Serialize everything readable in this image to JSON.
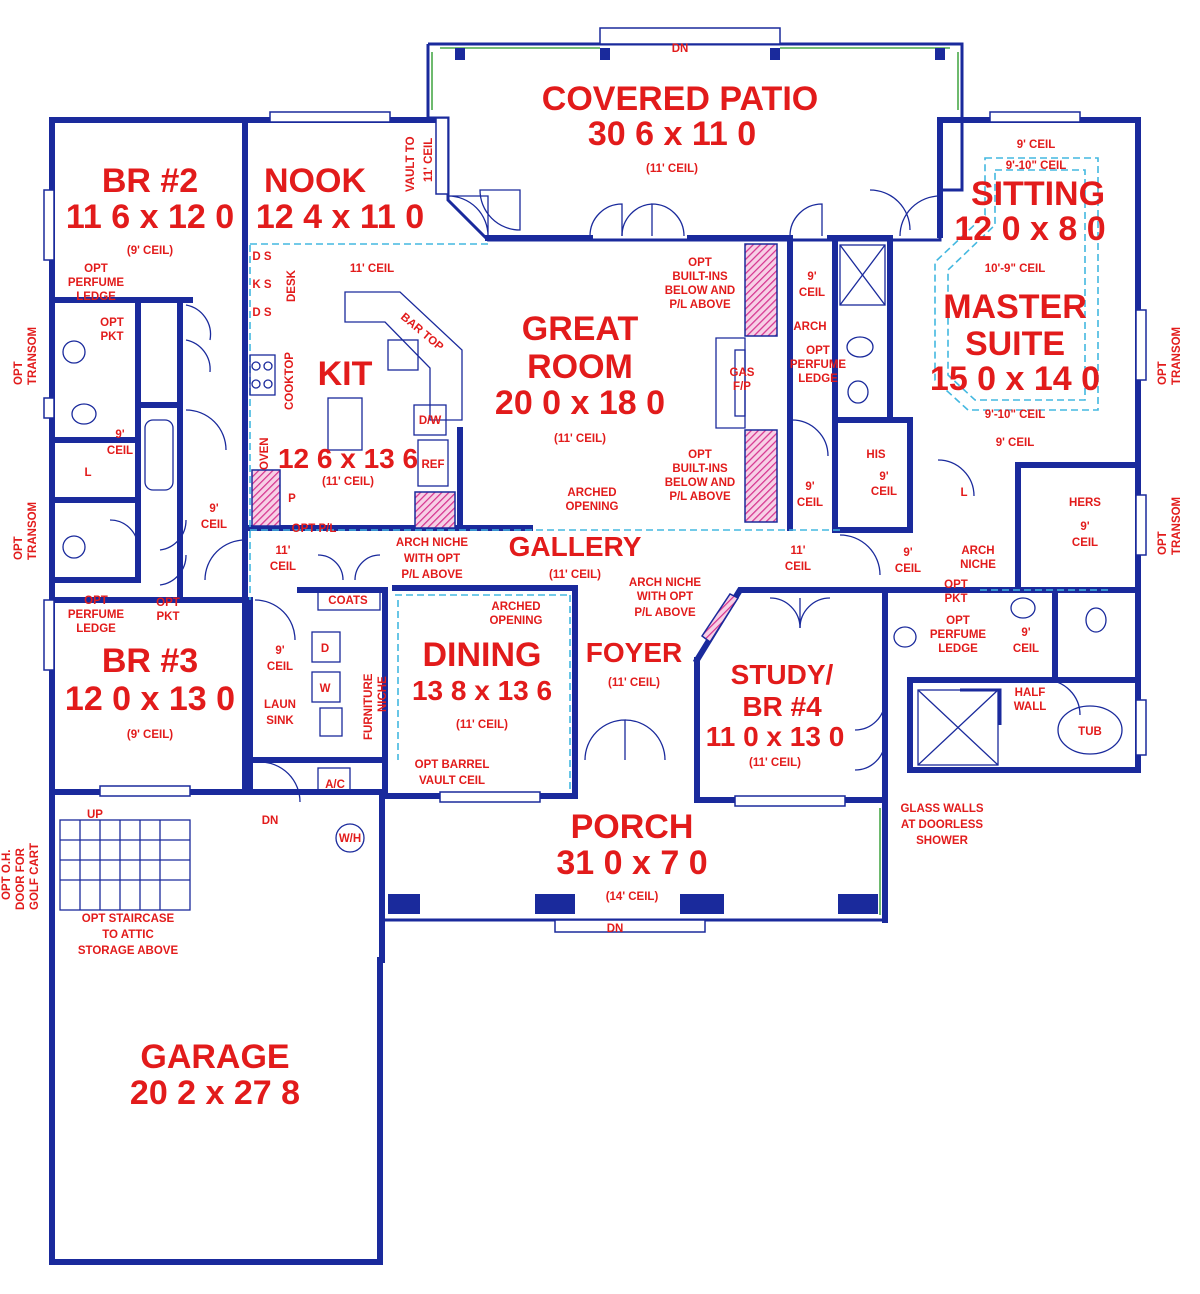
{
  "rooms": {
    "covered_patio": {
      "name": "COVERED PATIO",
      "dim": "30 6 x 11 0",
      "ceil": "(11' CEIL)"
    },
    "br2": {
      "name": "BR #2",
      "dim": "11 6 x 12 0",
      "ceil": "(9' CEIL)"
    },
    "nook": {
      "name": "NOOK",
      "dim": "12 4 x 11 0"
    },
    "sitting": {
      "name": "SITTING",
      "dim": "12 0 x 8 0"
    },
    "great_room": {
      "name1": "GREAT",
      "name2": "ROOM",
      "dim": "20 0 x 18 0",
      "ceil": "(11' CEIL)"
    },
    "kit": {
      "name": "KIT",
      "dim": "12 6 x 13 6",
      "ceil": "(11' CEIL)"
    },
    "master": {
      "name1": "MASTER",
      "name2": "SUITE",
      "dim": "15 0 x 14 0"
    },
    "gallery": {
      "name": "GALLERY",
      "ceil": "(11' CEIL)"
    },
    "br3": {
      "name": "BR #3",
      "dim": "12 0 x 13 0",
      "ceil": "(9' CEIL)"
    },
    "dining": {
      "name": "DINING",
      "dim": "13 8 x 13 6",
      "ceil": "(11' CEIL)"
    },
    "foyer": {
      "name": "FOYER",
      "ceil": "(11' CEIL)"
    },
    "study": {
      "name1": "STUDY/",
      "name2": "BR #4",
      "dim": "11 0 x 13 0",
      "ceil": "(11' CEIL)"
    },
    "porch": {
      "name": "PORCH",
      "dim": "31 0 x 7 0",
      "ceil": "(14' CEIL)"
    },
    "garage": {
      "name": "GARAGE",
      "dim": "20 2 x 27 8"
    }
  },
  "notes": {
    "dn_top": "DN",
    "vault1": "VAULT TO",
    "vault2": "11' CEIL",
    "ceil_9": "9' CEIL",
    "ceil_910": "9'-10\" CEIL",
    "ceil_109": "10'-9\" CEIL",
    "ceil_11": "11' CEIL",
    "ds": "D S",
    "ks": "K S",
    "desk": "DESK",
    "cooktop": "COOKTOP",
    "oven": "OVEN",
    "bar_top": "BAR TOP",
    "dw": "D/W",
    "ref": "REF",
    "p": "P",
    "opt_pl": "OPT P/L",
    "opt_builtins1": "OPT",
    "opt_builtins2": "BUILT-INS",
    "opt_builtins3": "BELOW AND",
    "opt_builtins4": "P/L ABOVE",
    "gas_fp1": "GAS",
    "gas_fp2": "F/P",
    "arched1": "ARCHED",
    "arched2": "OPENING",
    "nine": "9'",
    "ceil_word": "CEIL",
    "eleven": "11'",
    "arch": "ARCH",
    "opt": "OPT",
    "perfume": "PERFUME",
    "ledge": "LEDGE",
    "pkt": "PKT",
    "transom": "TRANSOM",
    "his": "HIS",
    "hers": "HERS",
    "l": "L",
    "arch_niche1": "ARCH NICHE",
    "arch_niche2": "WITH OPT",
    "arch_niche3": "P/L ABOVE",
    "arch_word": "ARCH",
    "niche_word": "NICHE",
    "coats": "COATS",
    "d": "D",
    "w": "W",
    "laun1": "LAUN",
    "laun2": "SINK",
    "furniture": "FURNITURE",
    "niche": "NICHE",
    "ac": "A/C",
    "barrel1": "OPT BARREL",
    "barrel2": "VAULT CEIL",
    "wh": "W/H",
    "up": "UP",
    "dn": "DN",
    "half1": "HALF",
    "half2": "WALL",
    "tub": "TUB",
    "glass1": "GLASS WALLS",
    "glass2": "AT DOORLESS",
    "glass3": "SHOWER",
    "stair1": "OPT STAIRCASE",
    "stair2": "TO ATTIC",
    "stair3": "STORAGE ABOVE",
    "golf1": "OPT O.H.",
    "golf2": "DOOR FOR",
    "golf3": "GOLF CART"
  },
  "colors": {
    "wall": "#1a2a9c",
    "label": "#e21b1b",
    "dashed": "#43b8e0",
    "accent_hatch": "#d6348f",
    "window_green": "#49a94a"
  }
}
